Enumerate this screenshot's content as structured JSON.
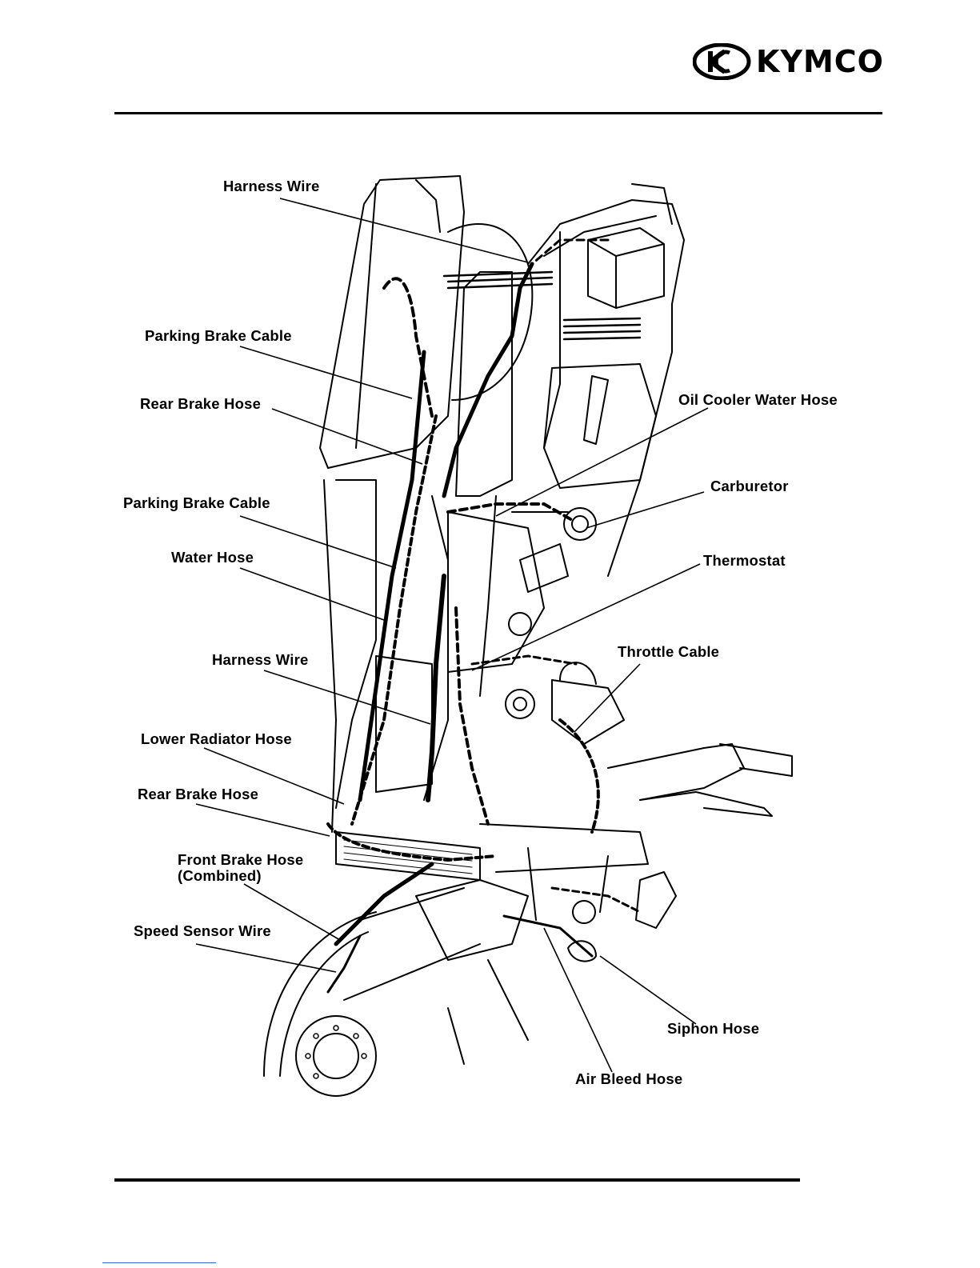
{
  "header": {
    "brand": "KYMCO",
    "logo_icon": "kymco-logo-icon"
  },
  "diagram": {
    "labels": {
      "harness_wire_top": "Harness Wire",
      "parking_brake_cable_1": "Parking Brake Cable",
      "rear_brake_hose_1": "Rear Brake Hose",
      "oil_cooler_water_hose": "Oil Cooler Water Hose",
      "carburetor": "Carburetor",
      "parking_brake_cable_2": "Parking Brake Cable",
      "thermostat": "Thermostat",
      "water_hose": "Water Hose",
      "harness_wire_mid": "Harness Wire",
      "throttle_cable": "Throttle Cable",
      "lower_radiator_hose": "Lower Radiator Hose",
      "rear_brake_hose_2": "Rear Brake Hose",
      "front_brake_hose_line1": "Front Brake Hose",
      "front_brake_hose_line2": "(Combined)",
      "speed_sensor_wire": "Speed Sensor Wire",
      "siphon_hose": "Siphon Hose",
      "air_bleed_hose": "Air Bleed Hose"
    }
  }
}
